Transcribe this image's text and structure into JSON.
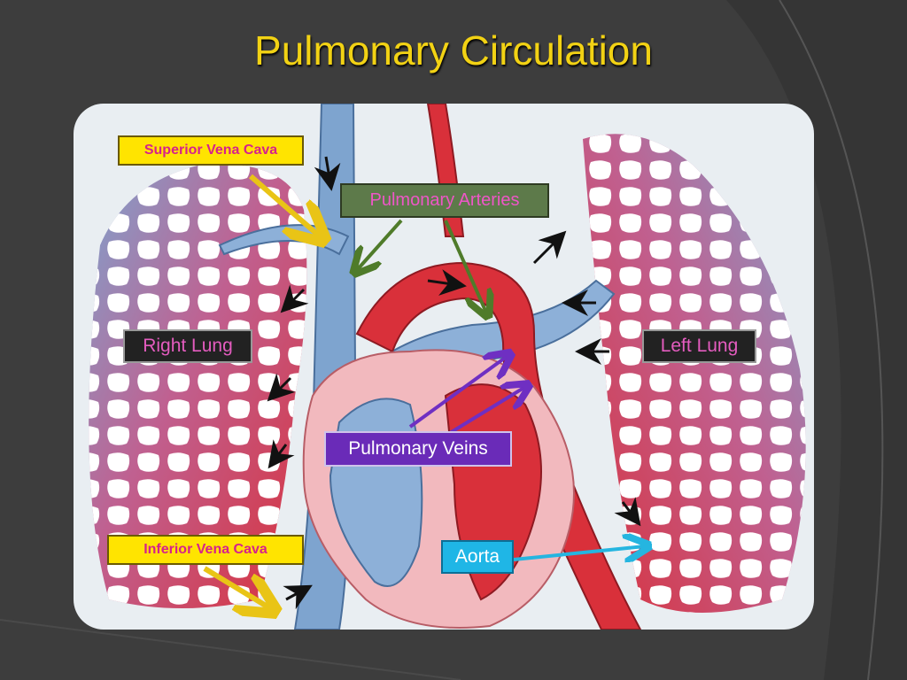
{
  "slide": {
    "title": "Pulmonary Circulation"
  },
  "labels": {
    "superior_vena_cava": "Superior Vena Cava",
    "pulmonary_arteries": "Pulmonary Arteries",
    "right_lung": "Right Lung",
    "left_lung": "Left Lung",
    "pulmonary_veins": "Pulmonary Veins",
    "inferior_vena_cava": "Inferior Vena Cava",
    "aorta": "Aorta"
  },
  "colors": {
    "title": "#f2d214",
    "deoxygenated": "#7ea4cf",
    "oxygenated": "#d9303a",
    "heart_wall": "#f2b9be",
    "arrow_yellow": "#e9c416",
    "arrow_green": "#4f7b2a",
    "arrow_purple": "#6f2fc2",
    "arrow_cyan": "#25b5e0"
  }
}
